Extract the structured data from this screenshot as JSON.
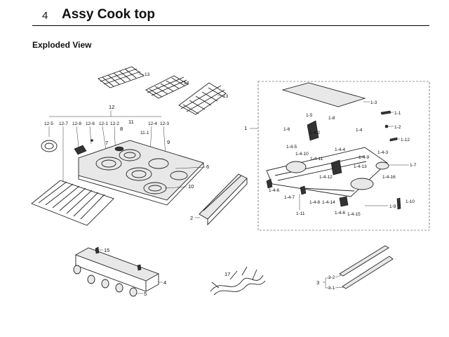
{
  "header": {
    "section_number": "4",
    "title": "Assy Cook top"
  },
  "subtitle": "Exploded View",
  "labels": {
    "grate_left": "13",
    "grate_mid": "14",
    "grate_right": "13",
    "cooktop_group": "12",
    "sub_12_5": "12-5",
    "sub_12_7": "12-7",
    "sub_12_8": "12-8",
    "sub_12_6": "12-6",
    "sub_12_1": "12-1",
    "sub_12_2": "12-2",
    "sub_11": "11",
    "sub_11_1": "11-1",
    "sub_12_4": "12-4",
    "sub_12_3": "12-3",
    "p8": "8",
    "p7": "7",
    "p9": "9",
    "p6": "6",
    "p10": "10",
    "p2": "2",
    "p1": "1",
    "p1_3": "1-3",
    "p1_1": "1-1",
    "p1_2": "1-2",
    "p1_12": "1-12",
    "p1_5": "1-5",
    "p1_8": "1-8",
    "p1_6": "1-6",
    "p1_4": "1-4",
    "p1_4_2": "1-4-2",
    "p1_4_5": "1-4-5",
    "p1_4_10": "1-4-10",
    "p1_4_11": "1-4-11",
    "p1_4_4": "1-4-4",
    "p1_4_9": "1-4-9",
    "p1_4_3": "1-4-3",
    "p1_4_13": "1-4-13",
    "p1_4_16": "1-4-16",
    "p1_4_12": "1-4-12",
    "p1_4_7": "1-4-7",
    "p1_4_8": "1-4-8",
    "p1_4_14": "1-4-14",
    "p1_4_6": "1-4-6",
    "p1_4_15": "1-4-15",
    "p1_7": "1-7",
    "p1_11": "1-11",
    "p1_10": "1-10",
    "p1_9": "1-9",
    "p15": "15",
    "p4": "4",
    "p5": "5",
    "p17": "17",
    "p3": "3",
    "p3_2": "3-2",
    "p3_1": "3-1"
  },
  "colors": {
    "line": "#222222",
    "background": "#ffffff"
  }
}
